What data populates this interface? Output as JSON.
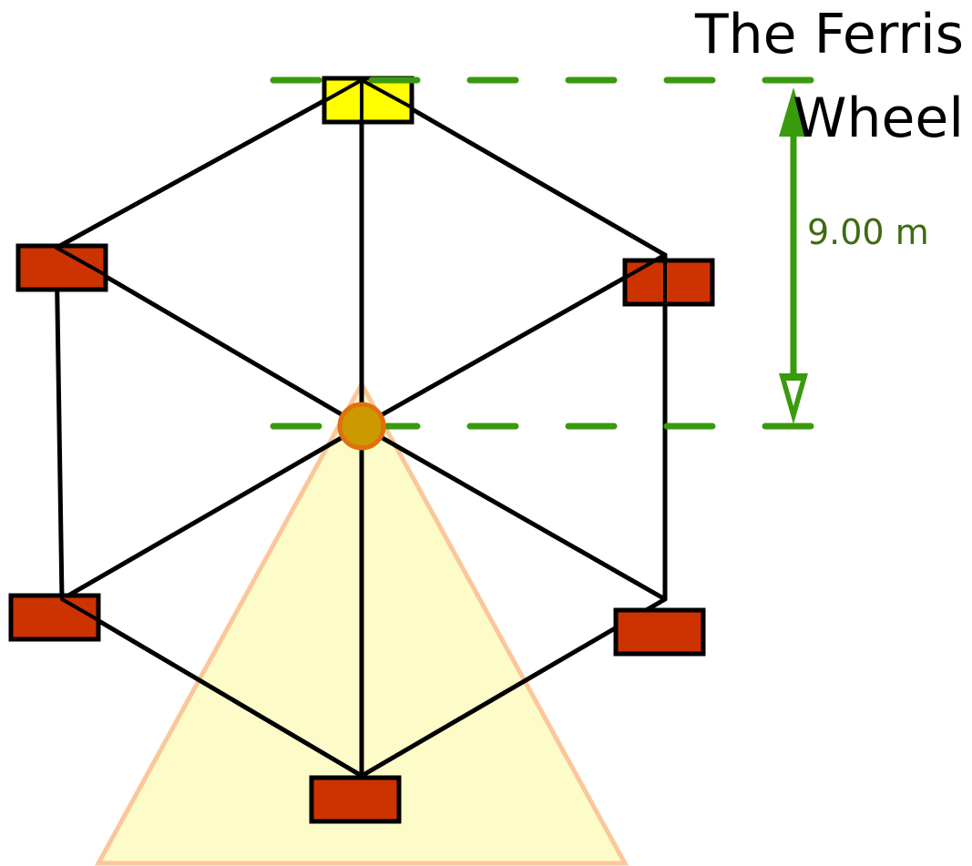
{
  "title": {
    "line1": "The Ferris",
    "line2": "Wheel"
  },
  "measurement": {
    "label": "9.00 m"
  },
  "colors": {
    "support": "#fdfcc8",
    "support_stroke": "#fbc79a",
    "spoke": "#000000",
    "cabin_active": "#ffff00",
    "cabin": "#cc3300",
    "hub": "#cc9900",
    "hub_stroke": "#e0700e",
    "guide": "#3a9a0e",
    "label": "#3f6b12"
  },
  "icons": {
    "hub": "hub-circle",
    "cabin": "cabin-rectangle",
    "arrow": "double-arrow"
  }
}
